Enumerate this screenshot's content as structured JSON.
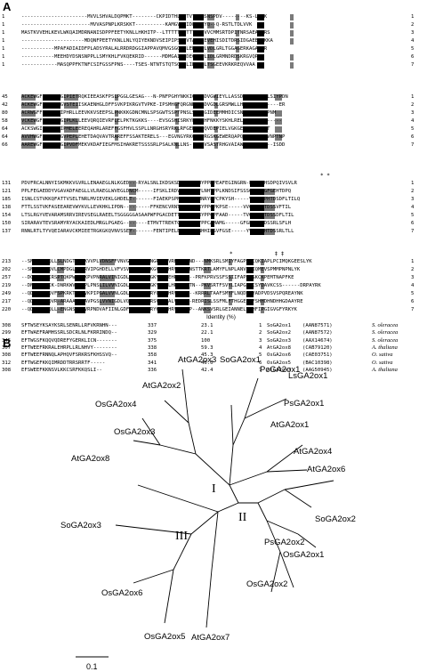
{
  "panels": {
    "a": "A",
    "b": "B"
  },
  "alignment": {
    "blocks": [
      {
        "rows": [
          {
            "start": "1",
            "seq": "----------------------MVVLSHVALDQPMKT--------CKPIDTHLFPTVTDLMSNSPDV--------KS-LSVK",
            "end": "1"
          },
          {
            "start": "1",
            "seq": "-----------------------MVVASPNPLKRSKKT----------KAMGVPTIDLSLKYQ--Q-RSTLTDLVVK",
            "end": "2"
          },
          {
            "start": "1",
            "seq": "MASTKVVEHLKEVLWKQAIMDRNANISDPPFEETYKNLLHKHITP--LTTTTTTTTTTTAIVVCMMSRTDPITNRSAEAERRS",
            "end": "3"
          },
          {
            "start": "1",
            "seq": "---------------------MDQNFPEETYKNLLNLYQIYEKNDVSEIPIPSFSVTAVVEEVEHISDITDRSIDGAEEEEKKA",
            "end": "4"
          },
          {
            "start": "1",
            "seq": "-----------MPAFADIAIDFPLADSYRALALRRDRDGGIAPPAVQMVGSGGAVLERDLPLVDLGRLTGGAGERKAGAAAR",
            "end": "5"
          },
          {
            "start": "1",
            "seq": "-----------MEEHDYDSNSNPPLLSMYKHLFVKQEKRID------MDMGAIDVDECELPLIDLGRMNDRDSKRGVQPIQ",
            "end": "6"
          },
          {
            "start": "1",
            "seq": "------------MASQPPFKTNFCSIFGSSFPNS----TSES-NTNTSTQTSGIPLIDLSHLTSGEEVKRKREQVVAA",
            "end": "7"
          }
        ]
      },
      {
        "rows": [
          {
            "start": "45",
            "seq": "ACKEWGFFQVVNHGIPIETRQKIEEASKFPSLPGGLGESAG---N-PNFPGHYNKKIGRNGDVGWIEYLLASSDEFIS-QTCLSIYPDN",
            "end": "1"
          },
          {
            "start": "42",
            "seq": "ACKEWGFFQVTNHGVSTEIISKAENHGLDFFSVKPIKRGVTVPKE-IPSMHGFQRGNRGHGDVGDLGRSMWLLHANLSST------ER",
            "end": "2"
          },
          {
            "start": "80",
            "seq": "ACRWGFFQVVNHGIPHRLLEEVKKVSEEPSLPNKKKGDNCMNLSPSGWTSSPTPNSLSQTLGIDEEMMHDICSNAFRNIANGPNM",
            "end": "3"
          },
          {
            "start": "58",
            "seq": "VCKEWGFFQVINHGIPLKLLEEVQRQIEVRFLELPKTKGKKS----EVSGSHISRKYLEEEHFNKKYSKHLRELVKEELCS------",
            "end": "4"
          },
          {
            "start": "64",
            "seq": "ACKSWGIFQVNHGIPMELEEREQAHRLAREFFGSFHVLSSPLLNRGHSRYRKLRFGERRAPQVDEPIELVGKGEEYREMAGAT",
            "end": "5"
          },
          {
            "start": "64",
            "seq": "AVVHWGFFEVVNHGVPEPLEHETDAQVAVTRAREFFSSAKTERELS---EGVNGYRKGNRPRGSKGEWERQAPQAHHTRDLTVNPTNP",
            "end": "6"
          },
          {
            "start": "66",
            "seq": "AAREWGFFQVINHGIPVDFMEKVKDAFIEGFMSIHAKRETSSSSRLPSALKNLLNS---EGVSASTRHGVAIAWHTRAHHD---ISDD",
            "end": "7"
          }
        ]
      },
      {
        "rows": [
          {
            "start": "131",
            "seq": "PDVFRCALNNYISKMKKVGVRLLENAAEGLNLKGED---RYALSNLIKDSKSDSYFRLNHYPPRPEAFEGINGRN-LVFGEHSDPQIVSVLR",
            "end": "1"
          },
          {
            "start": "121",
            "seq": "PPLFEGAEDDYVGAVADFAEGLLVLRAEGLWVEGLDNCM-----IFSKLIRDVQSDSILFLNHYPPLKNDSIFSSSGEKIVGFGEHTDPQ",
            "end": "2"
          },
          {
            "start": "185",
            "seq": "ISNLCSTVKKQFATTVSELTNRLMVIEVEKLGHDELT-------FIAEKPSPNCTCYLRMNRYPPCPKYSH-----VLGLMPHTDSDFLTILQ",
            "end": "3"
          },
          {
            "start": "138",
            "seq": "FTTLSSTVKFASEEAREVWYKVLLEVKHKLIPDN---------FFKENCVRNTCYLRMNRYPPCPKPSE-----VVGLMPHTDSSVFTIL",
            "end": "4"
          },
          {
            "start": "154",
            "seq": "LTSLRGYVEVARAMSRRVIREVSEGLRAEELTSGGGGGASAAPWFPGACDETTCFLRLNRYPPCPFAAD-----TVGFGAHTDSSDFLTIL",
            "end": "5"
          },
          {
            "start": "150",
            "seq": "SIRARAVTEVSRAMYRYACKAIEDLMRGLPGAEG--------ETMVTTREKTCFLRLNRYPPCAMAMG-----GFGLMPHTDSSRLSFLH",
            "end": "6"
          },
          {
            "start": "137",
            "seq": "RNNLRTLTYVQEIARAVCKMIEETRGKGKQVNVSSEY-------FENTIPELENSRLRINHHIPSVFGSE-----YVGLMPHTDSSRLTLL",
            "end": "7"
          }
        ],
        "marks": "* *"
      },
      {
        "rows": [
          {
            "start": "213",
            "seq": "--SNKTKGLQLLSLNDGTMSVKVVPLVDNSFFVNVGDLLQVMTNGRFVSVRHKAMTND---NMKSRLSMIYFAGPPLCQKIAPLPCIMQKGEESLYK",
            "end": "1"
          },
          {
            "start": "202",
            "seq": "--SNRSKGLQVLCMPDGLWSVRVIPGHDELLVFVSVLSGLSKGKGVSVKHRVLAANNSTTKRTLAMYFLNPLANVSPIQMEVSPMMPNPNLYK",
            "end": "2"
          },
          {
            "start": "257",
            "seq": "--DQVGGLQIRSPTQKPWIQVKPVPNRALVINIGDLSQNVWSNGKYQVVEHRVLTN--PRFKPRVSSFSSIIFAPYTSKCKPEMTNAPFKE",
            "end": "3"
          },
          {
            "start": "219",
            "seq": "--DNIGGLQIK-DNRKWVWAKPLPNSLILVVNIGDLSNFSKNNGKYRSVLHRVLVNTN--PKVSRTFSVYLIAPGAFCSYDAVKCSS------DRPAYRK",
            "end": "4"
          },
          {
            "start": "249",
            "seq": "--QDQIGGLQVFSPKRKTWVSVKPIPGALVVNLGDLLQVISNGRYQSLTHRVSLNA--KRRRLTAAFSMYFLNQDTSYADPVDSVSPQREAYNK",
            "end": "5"
          },
          {
            "start": "217",
            "seq": "--QDQCGGLQVR-ARAAAAWVAVPGSLVVNIGDLVQVLSNGRYRSVRHRALVNAS--REDRISLSSFMLFTHGGEIRFSHHDHNDHHGDAAYRE",
            "end": "6"
          },
          {
            "start": "220",
            "seq": "--QDQVGGLQLL-ENGNSWVSVRPNDVAFIINLGDFSQVLSNGRYKSVEHRVIVGSP--ANKSVSRLGEIANNELTYHFIPGIGVGFYRKYK",
            "end": "7"
          }
        ],
        "marks": "*             ‡ ‡"
      }
    ],
    "identity": {
      "header": "Identity (%)",
      "rows": [
        {
          "start": "308",
          "seq": "SFTWSEYKSAYKSRLSENRLLRFVKRNHN---",
          "stop": "337",
          "pct": "23.1",
          "num": "1",
          "name": "SoGA2ox1",
          "acc": "(AAN87571)",
          "species": "S. oleracea"
        },
        {
          "start": "299",
          "seq": "EFTWAEFRAMHSSRLSDCRLNLFKRRINDQ--",
          "stop": "329",
          "pct": "22.1",
          "num": "2",
          "name": "SoGA2ox2",
          "acc": "(AAN87572)",
          "species": "S. oleracea"
        },
        {
          "start": "345",
          "seq": "EFTWGSFKQQVQDREFYGERKLICN-------",
          "stop": "375",
          "pct": "100",
          "num": "3",
          "name": "SoGA2ox3",
          "acc": "(AAX14674)",
          "species": "S. oleracea"
        },
        {
          "start": "307",
          "seq": "EFTWEEFRKRALEHRPLLRLNHVY--------",
          "stop": "338",
          "pct": "59.3",
          "num": "4",
          "name": "AtGA2ox8",
          "acc": "(CAB79120)",
          "species": "A. thaliana"
        },
        {
          "start": "308",
          "seq": "EFTWEEFRNNQLAPHQVFSRKRSFKHSSVQ--",
          "stop": "358",
          "pct": "45.3",
          "num": "5",
          "name": "OsGA2ox6",
          "acc": "(CAE03751)",
          "species": "O. sativa"
        },
        {
          "start": "312",
          "seq": "EFTWGEFKKQIMRDDTRRSRRTF-----",
          "stop": "341",
          "pct": "46.0",
          "num": "6",
          "name": "OsGA2ox5",
          "acc": "(BAC10398)",
          "species": "O. sativa"
        },
        {
          "start": "308",
          "seq": "EFSWEEFKKNSVLKKCSRFKKQSLI--",
          "stop": "336",
          "pct": "42.4",
          "num": "7",
          "name": "AtGA2ox7",
          "acc": "(AAG50945)",
          "species": "A. thaliana"
        }
      ]
    }
  },
  "tree": {
    "leaves": [
      "AtGA2ox3",
      "SoGA2ox1",
      "PcGA2ox1",
      "LsGA2ox1",
      "AtGA2ox2",
      "PsGA2ox1",
      "OsGA2ox4",
      "AtGA2ox1",
      "OsGA2ox3",
      "AtGA2ox4",
      "AtGA2ox6",
      "AtGA2ox8",
      "SoGA2ox2",
      "SoGA2ox3",
      "PsGA2ox2",
      "OsGA2ox1",
      "OsGA2ox2",
      "OsGA2ox6",
      "OsGA2ox5",
      "AtGA2ox7"
    ],
    "groups": [
      "I",
      "II",
      "III"
    ],
    "scale": "0.1"
  }
}
